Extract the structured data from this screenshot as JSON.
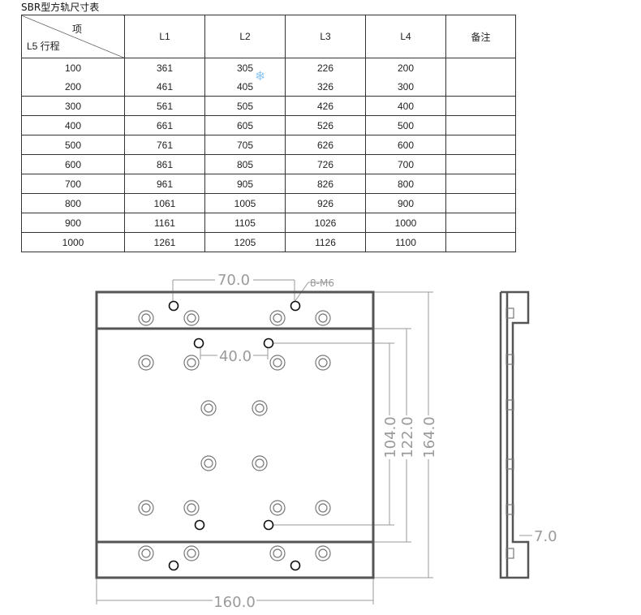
{
  "title": "SBR型方轨尺寸表",
  "table": {
    "header_item": "项",
    "header_stroke": "L5 行程",
    "columns": [
      "L1",
      "L2",
      "L3",
      "L4",
      "备注"
    ],
    "rows": [
      [
        "100",
        "361",
        "305",
        "226",
        "200",
        ""
      ],
      [
        "200",
        "461",
        "405",
        "326",
        "300",
        ""
      ],
      [
        "300",
        "561",
        "505",
        "426",
        "400",
        ""
      ],
      [
        "400",
        "661",
        "605",
        "526",
        "500",
        ""
      ],
      [
        "500",
        "761",
        "705",
        "626",
        "600",
        ""
      ],
      [
        "600",
        "861",
        "805",
        "726",
        "700",
        ""
      ],
      [
        "700",
        "961",
        "905",
        "826",
        "800",
        ""
      ],
      [
        "800",
        "1061",
        "1005",
        "926",
        "900",
        ""
      ],
      [
        "900",
        "1161",
        "1105",
        "1026",
        "1000",
        ""
      ],
      [
        "1000",
        "1261",
        "1205",
        "1126",
        "1100",
        ""
      ]
    ]
  },
  "drawing": {
    "dim_top": "70.0",
    "dim_hole_label": "8-M6",
    "dim_inner": "40.0",
    "dim_h1": "104.0",
    "dim_h2": "122.0",
    "dim_h3": "164.0",
    "dim_width": "160.0",
    "dim_side": "7.0"
  }
}
